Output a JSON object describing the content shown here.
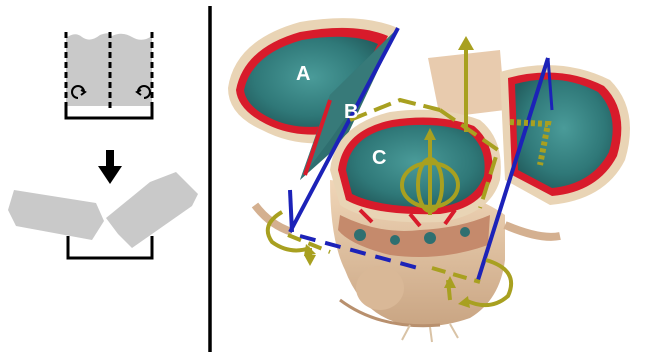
{
  "panels": {
    "schematic": {
      "name": "cut-and-rotate-schematic"
    },
    "render": {
      "name": "head-volume-render",
      "labels": [
        {
          "id": "A",
          "text": "A"
        },
        {
          "id": "B",
          "text": "B"
        },
        {
          "id": "C",
          "text": "C"
        }
      ]
    }
  },
  "colors": {
    "divider": "#000000",
    "piece_fill": "#c9c9c9",
    "cut_plane": "#1c22b8",
    "widget": "#a8a020",
    "tissue_skin": "#e7c9a8",
    "tissue_bone": "#f2eee2",
    "tissue_red": "#d81b2b",
    "tissue_teal": "#3f8c8a"
  }
}
